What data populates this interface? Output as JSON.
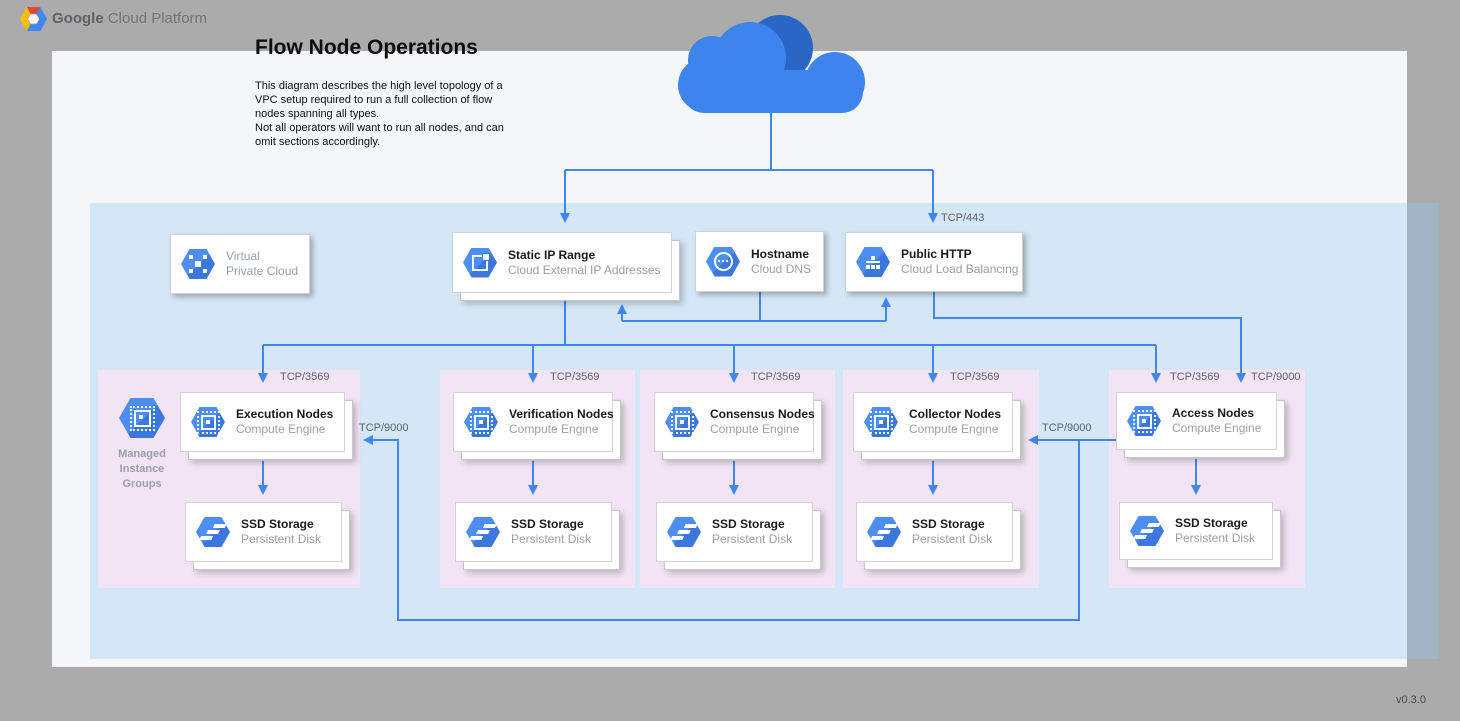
{
  "header": {
    "brand_bold": "Google",
    "brand_rest": "Cloud Platform"
  },
  "title": "Flow Node Operations",
  "description": "This diagram describes the high level topology of a\nVPC setup required to run a full collection of flow\nnodes spanning all types.\nNot all operators will want to run all nodes, and can\nomit sections accordingly.",
  "version": "v0.3.0",
  "labels": {
    "tcp443": "TCP/443",
    "tcp3569": "TCP/3569",
    "tcp9000": "TCP/9000"
  },
  "vpc_card": {
    "line1": "Virtual",
    "line2": "Private Cloud"
  },
  "services": {
    "static_ip": {
      "title": "Static IP Range",
      "subtitle": "Cloud External IP Addresses"
    },
    "hostname": {
      "title": "Hostname",
      "subtitle": "Cloud DNS"
    },
    "public_http": {
      "title": "Public HTTP",
      "subtitle": "Cloud Load Balancing"
    }
  },
  "mig": {
    "line1": "Managed",
    "line2": "Instance",
    "line3": "Groups"
  },
  "groups": [
    {
      "title": "Execution Nodes",
      "subtitle": "Compute Engine",
      "storage_title": "SSD Storage",
      "storage_subtitle": "Persistent Disk"
    },
    {
      "title": "Verification Nodes",
      "subtitle": "Compute Engine",
      "storage_title": "SSD Storage",
      "storage_subtitle": "Persistent Disk"
    },
    {
      "title": "Consensus Nodes",
      "subtitle": "Compute Engine",
      "storage_title": "SSD Storage",
      "storage_subtitle": "Persistent Disk"
    },
    {
      "title": "Collector Nodes",
      "subtitle": "Compute Engine",
      "storage_title": "SSD Storage",
      "storage_subtitle": "Persistent Disk"
    },
    {
      "title": "Access Nodes",
      "subtitle": "Compute Engine",
      "storage_title": "SSD Storage",
      "storage_subtitle": "Persistent Disk"
    }
  ],
  "colors": {
    "line_blue": "#4285f4",
    "icon_blue": "#4285f4",
    "cloud_light": "#3d85ed",
    "cloud_dark": "#2b66c4",
    "vpc_region": "#ddeefb",
    "group_pink": "#f2e4f4",
    "canvas": "#f5f6f7",
    "background": "#ababab"
  }
}
